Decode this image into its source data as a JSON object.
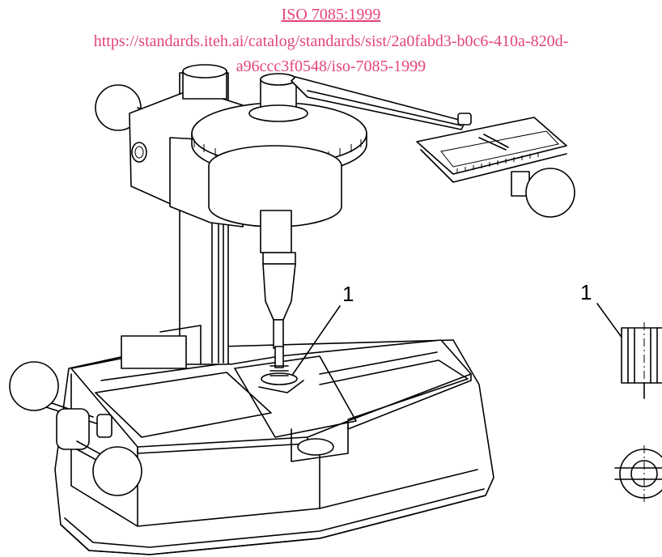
{
  "watermark": {
    "title": "ISO 7085:1999",
    "url_line1": "https://standards.iteh.ai/catalog/standards/sist/2a0fabd3-b0c6-410a-820d-",
    "url_line2": "a96ccc3f0548/iso-7085-1999"
  },
  "callouts": {
    "main_key": "1",
    "detail_key": "1"
  }
}
